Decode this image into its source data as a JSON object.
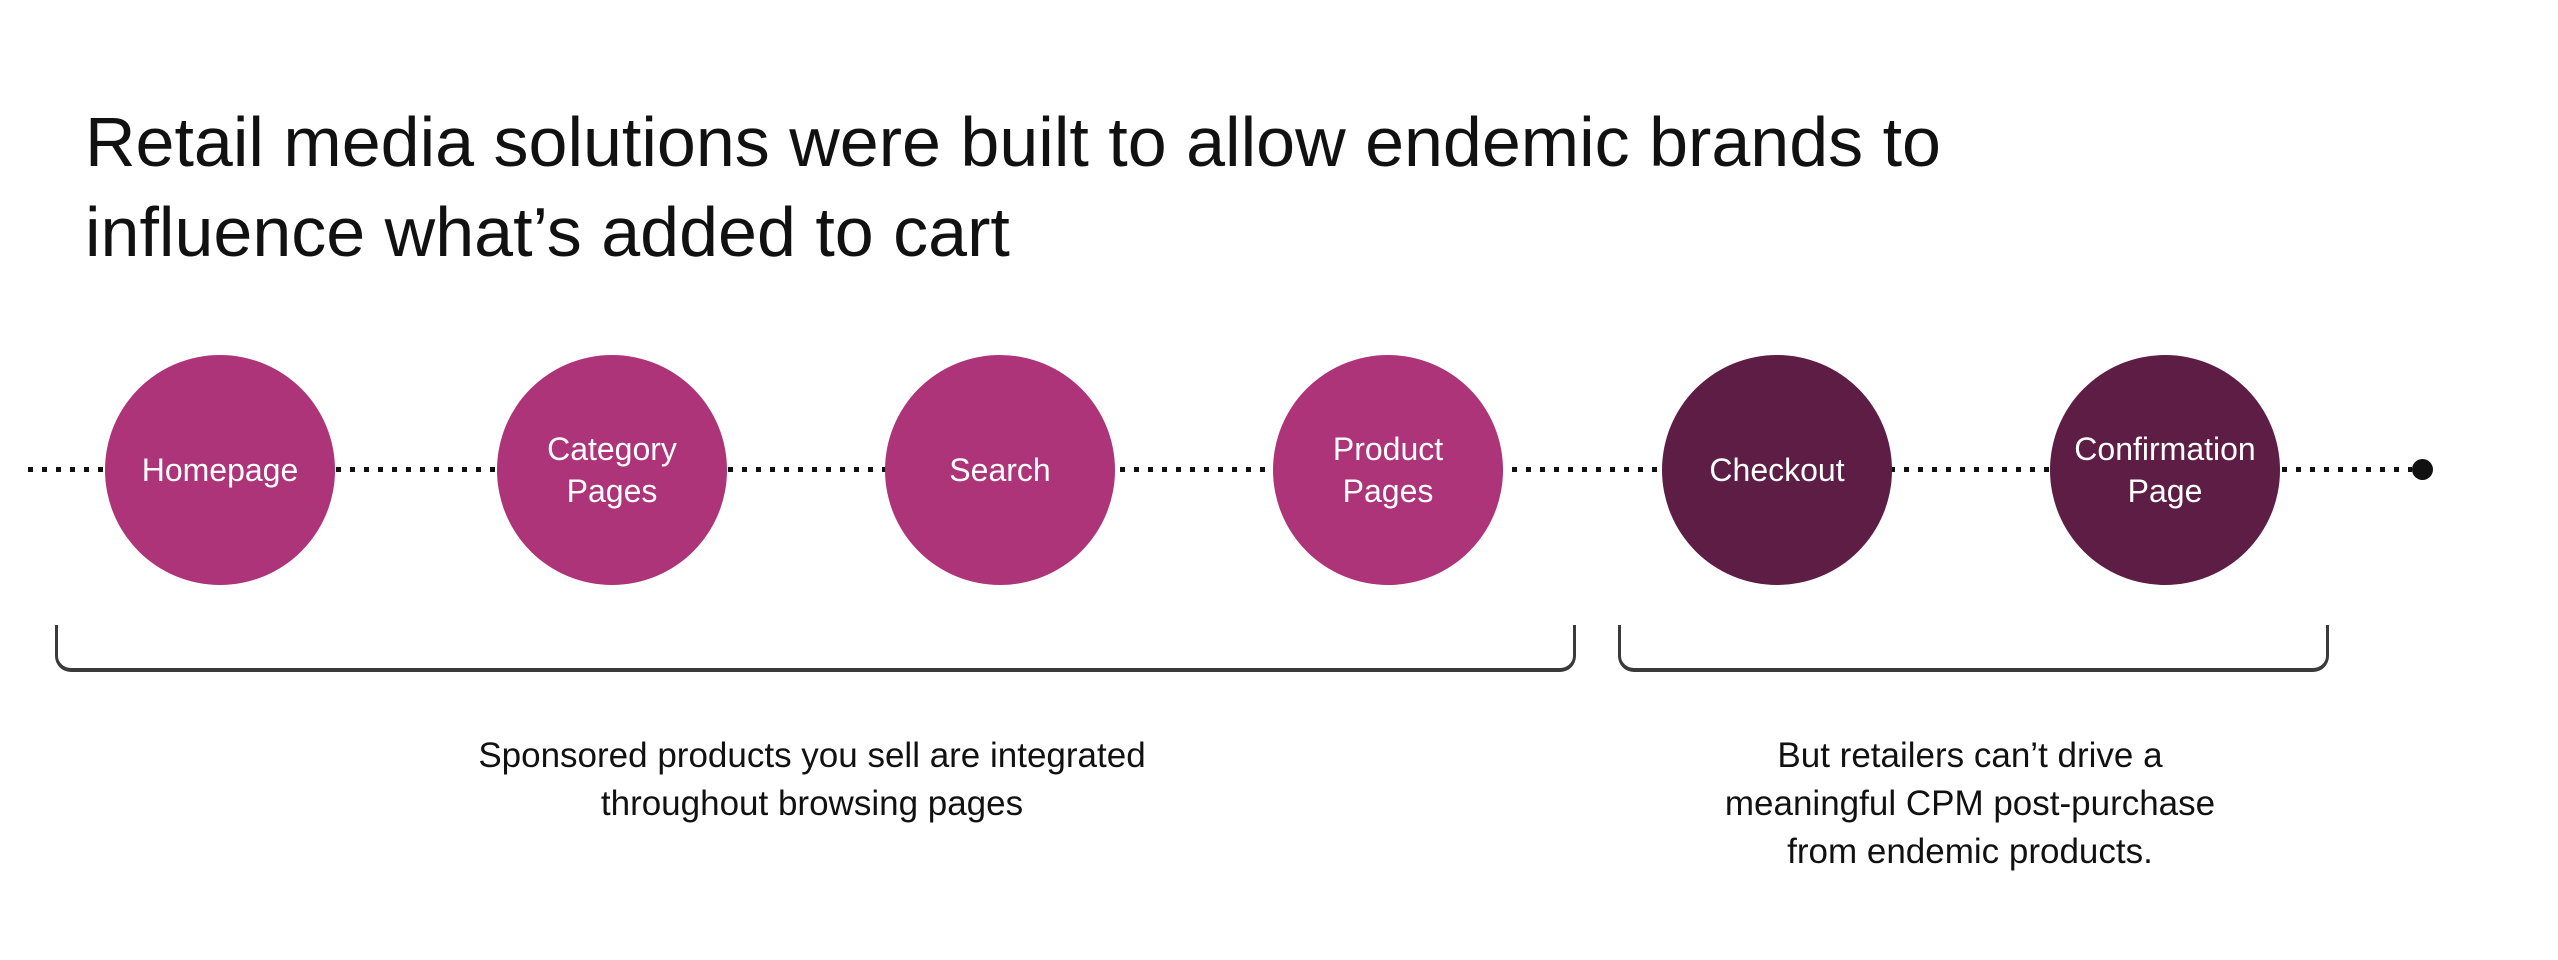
{
  "slide": {
    "background": "#ffffff",
    "title_lines": [
      "Retail media solutions were built to allow endemic brands to",
      "influence what’s added to cart"
    ]
  },
  "journey": {
    "colors": {
      "browsing_circle": "#AD3478",
      "post_purchase_circle": "#5D1D44",
      "dotted_line": "#111111",
      "end_dot": "#111111"
    },
    "steps": [
      {
        "label": "Homepage",
        "phase": "browsing"
      },
      {
        "label": "Category Pages",
        "phase": "browsing"
      },
      {
        "label": "Search",
        "phase": "browsing"
      },
      {
        "label": "Product Pages",
        "phase": "browsing"
      },
      {
        "label": "Checkout",
        "phase": "post-purchase"
      },
      {
        "label": "Confirmation Page",
        "phase": "post-purchase"
      }
    ]
  },
  "annotations": {
    "bracket_color": "#3a3a3a",
    "browsing": {
      "lines": [
        "Sponsored products you sell are integrated",
        "throughout browsing pages"
      ]
    },
    "post_purchase": {
      "lines": [
        "But retailers can’t drive a",
        "meaningful CPM post-purchase",
        "from endemic products."
      ]
    }
  }
}
